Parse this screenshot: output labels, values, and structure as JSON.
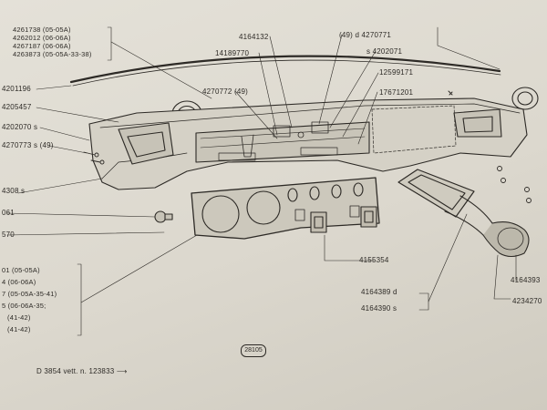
{
  "labels": {
    "p4164132": "4164132",
    "p4270771": "(49)  d 4270771",
    "p14189770": "14189770",
    "p4202071": "s 4202071",
    "p12599171": "12599171",
    "p4270772": "4270772  (49)",
    "p17671201": "17671201",
    "p4201196": "4201196",
    "p4205457": "4205457",
    "p4202070": "4202070  s",
    "p4270773": "4270773  s (49)",
    "p4308": "4308  s",
    "p061": "061",
    "p570": "570",
    "p4155354": "4155354",
    "p4164393": "4164393",
    "p4234270": "4234270",
    "p4164389": "4164389  d",
    "p4164390": "4164390  s"
  },
  "top_variants": [
    "4261738  (05-05A)",
    "4262012  (06-06A)",
    "4267187  (06-06A)",
    "4263873  (05-05A-33-38)"
  ],
  "bottom_variants": [
    "01  (05-05A)",
    "4  (06-06A)",
    "7  (05-05A-35-41)",
    "5  (06-06A-35;",
    "(41-42)",
    "(41-42)"
  ],
  "sheet_number": "28105",
  "footer": {
    "code": "D 3854",
    "note": "vett. n. 123833"
  }
}
